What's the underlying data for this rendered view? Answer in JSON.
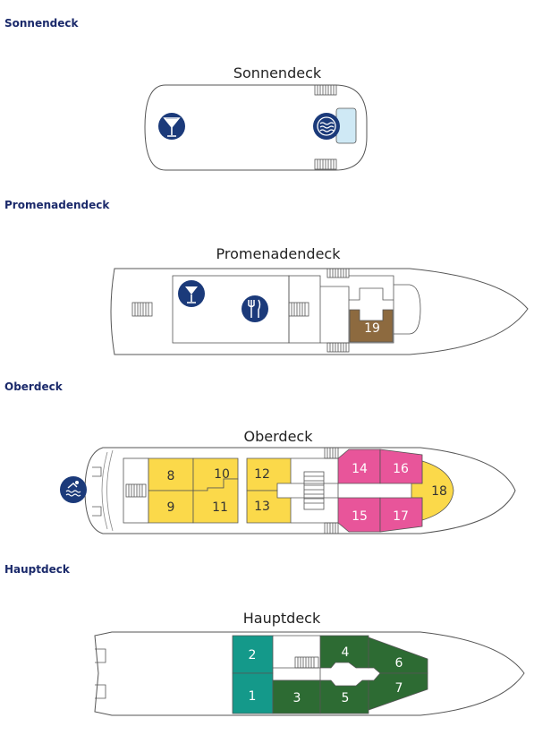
{
  "sections": [
    {
      "title": "Sonnendeck",
      "deck_label": "Sonnendeck"
    },
    {
      "title": "Promenadendeck",
      "deck_label": "Promenadendeck"
    },
    {
      "title": "Oberdeck",
      "deck_label": "Oberdeck"
    },
    {
      "title": "Hauptdeck",
      "deck_label": "Hauptdeck"
    }
  ],
  "cabins": {
    "c1": "1",
    "c2": "2",
    "c3": "3",
    "c4": "4",
    "c5": "5",
    "c6": "6",
    "c7": "7",
    "c8": "8",
    "c9": "9",
    "c10": "10",
    "c11": "11",
    "c12": "12",
    "c13": "13",
    "c14": "14",
    "c15": "15",
    "c16": "16",
    "c17": "17",
    "c18": "18",
    "c19": "19"
  },
  "categories": {
    "hauptdeck_teal": "#14998a",
    "hauptdeck_green": "#2d6b33",
    "oberdeck_yellow": "#fbd94a",
    "oberdeck_pink": "#e8559a",
    "promenadendeck_brown": "#8d6a3f"
  },
  "icons": [
    "cocktail-icon",
    "whirlpool-icon",
    "dining-icon",
    "pool-icon"
  ]
}
